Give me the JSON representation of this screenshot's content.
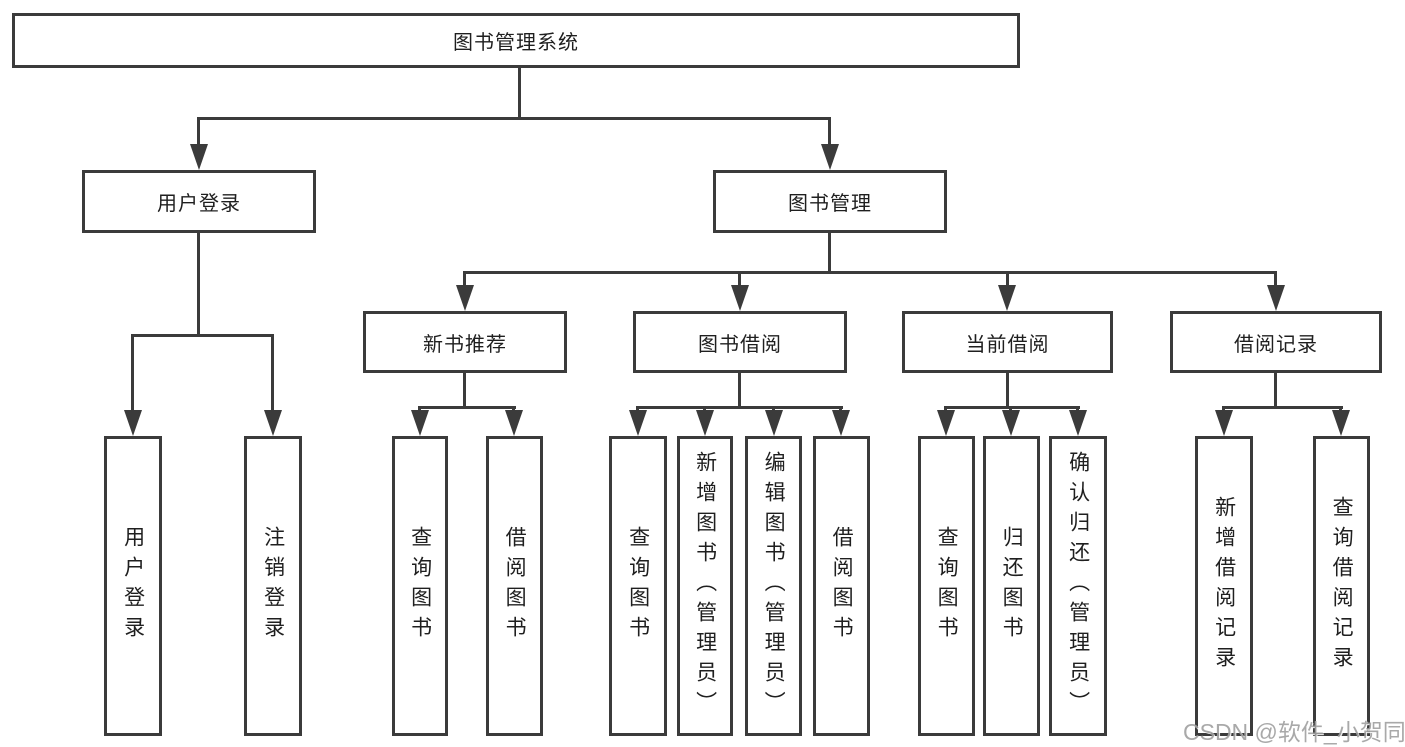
{
  "diagram": {
    "root": {
      "label": "图书管理系统"
    },
    "user_branch": {
      "label": "用户登录",
      "children": [
        "用户登录",
        "注销登录"
      ]
    },
    "mgmt_branch": {
      "label": "图书管理",
      "sections": [
        {
          "label": "新书推荐",
          "children": [
            "查询图书",
            "借阅图书"
          ]
        },
        {
          "label": "图书借阅",
          "children": [
            "查询图书",
            "新增图书（管理员）",
            "编辑图书（管理员）",
            "借阅图书"
          ]
        },
        {
          "label": "当前借阅",
          "children": [
            "查询图书",
            "归还图书",
            "确认归还（管理员）"
          ]
        },
        {
          "label": "借阅记录",
          "children": [
            "新增借阅记录",
            "查询借阅记录"
          ]
        }
      ]
    }
  },
  "watermark": "CSDN @软件_小贺同学",
  "colors": {
    "line": "#3b3b3b",
    "text": "#1f1f1f",
    "watermark": "#a0a0a0",
    "background": "#ffffff"
  }
}
